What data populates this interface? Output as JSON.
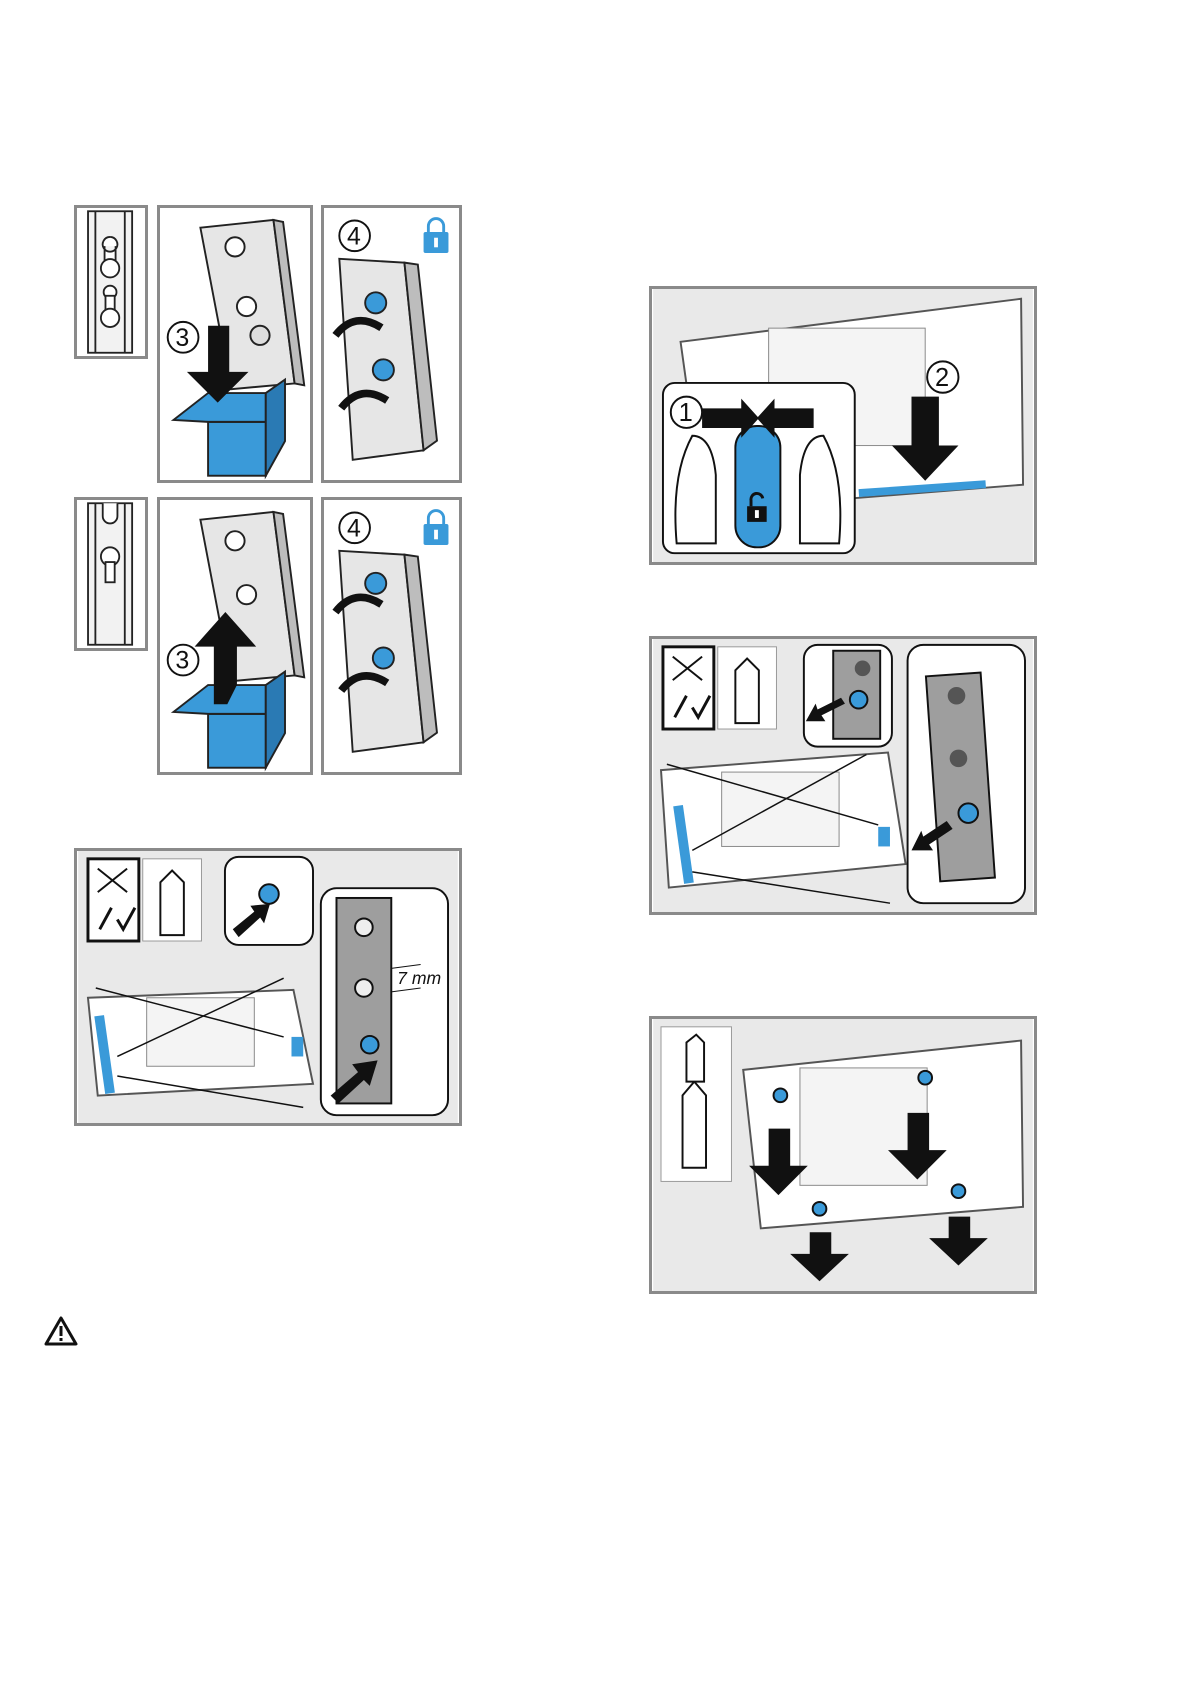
{
  "figures": {
    "fig_a_step3": "3",
    "fig_a_step4": "4",
    "fig_b_step3": "3",
    "fig_b_step4": "4",
    "fig_e_step1": "1",
    "fig_e_step2": "2",
    "fig_c_measure": "7 mm"
  },
  "icons": {
    "lock": "lock-icon",
    "unlock": "unlock-icon",
    "warning": "warning-icon",
    "tool_check": "tool-check-icon",
    "torx_bit": "torx-bit-icon"
  },
  "colors": {
    "accent_blue": "#3a9ad9",
    "frame_gray": "#8a8a8a",
    "fill_gray": "#e8e8e8"
  }
}
